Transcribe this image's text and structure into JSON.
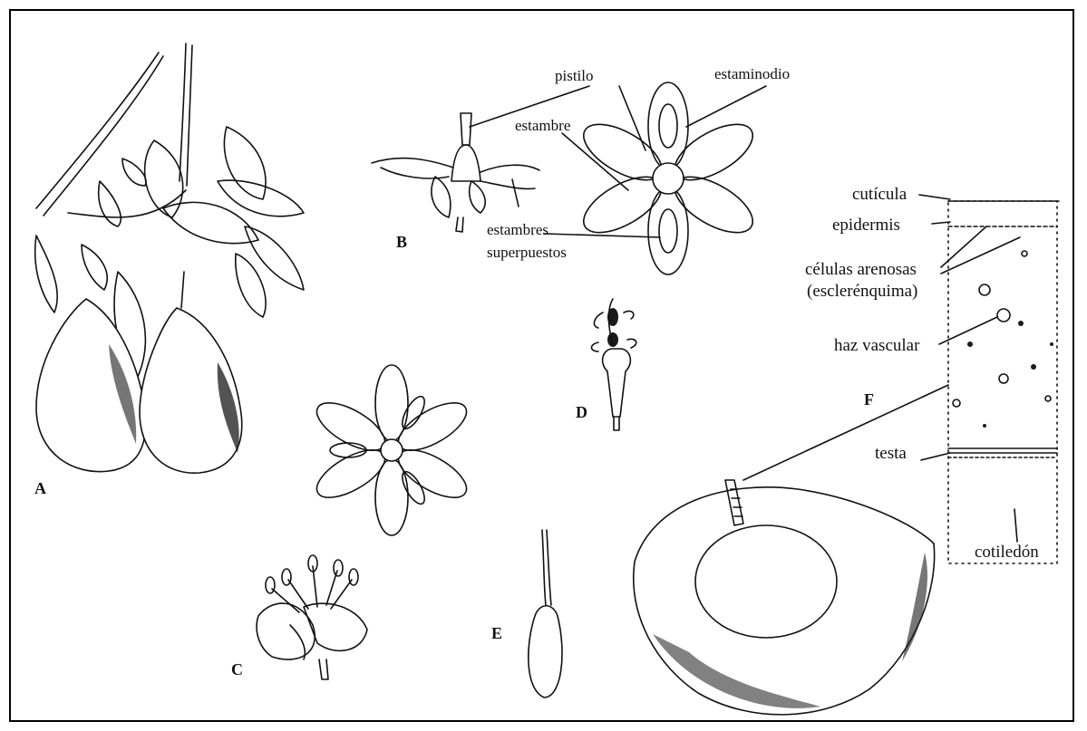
{
  "panels": {
    "A": "A",
    "B": "B",
    "C": "C",
    "D": "D",
    "E": "E",
    "F": "F"
  },
  "labels": {
    "pistilo": "pistilo",
    "estaminodio": "estaminodio",
    "estambre": "estambre",
    "estambres_superpuestos_1": "estambres",
    "estambres_superpuestos_2": "superpuestos",
    "cuticula": "cutícula",
    "epidermis": "epidermis",
    "celulas_arenosas_1": "células arenosas",
    "celulas_arenosas_2": "(esclerénquima)",
    "haz_vascular": "haz vascular",
    "testa": "testa",
    "cotiledon": "cotiledón"
  }
}
